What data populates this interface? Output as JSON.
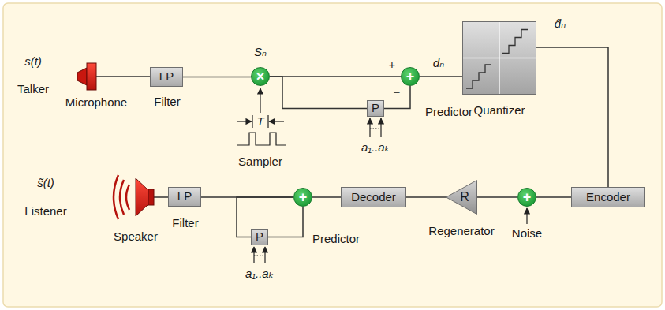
{
  "diagram": {
    "nodes": [
      {
        "text": [
          "LP",
          "Filter"
        ]
      },
      {
        "text": [
          "×"
        ]
      },
      {
        "text": [
          "+"
        ]
      },
      {
        "text": [
          "P",
          "Predictor"
        ]
      },
      {
        "text": [
          "Quantizer"
        ]
      },
      {
        "text": [
          "Encoder"
        ]
      },
      {
        "text": [
          "+"
        ]
      },
      {
        "text": [
          "R",
          "Regenerator"
        ]
      },
      {
        "text": [
          "Decoder"
        ]
      },
      {
        "text": [
          "+"
        ]
      },
      {
        "text": [
          "P",
          "Predictor"
        ]
      },
      {
        "text": [
          "LP",
          "Filter"
        ]
      }
    ],
    "edges": [
      {
        "from": 0,
        "to": 1,
        "arrow": "none"
      },
      {
        "from": 1,
        "to": 2,
        "arrow": "none"
      },
      {
        "from": 1,
        "to": 3,
        "arrow": "none"
      },
      {
        "from": 3,
        "to": 2,
        "arrow": "none"
      },
      {
        "from": 2,
        "to": 4,
        "arrow": "none"
      },
      {
        "from": 4,
        "to": 5,
        "arrow": "none"
      },
      {
        "from": 5,
        "to": 6,
        "arrow": "none"
      },
      {
        "from": 6,
        "to": 7,
        "arrow": "none"
      },
      {
        "from": 7,
        "to": 8,
        "arrow": "none"
      },
      {
        "from": 8,
        "to": 9,
        "arrow": "none"
      },
      {
        "from": 9,
        "to": 11,
        "arrow": "none"
      },
      {
        "from": 9,
        "to": 10,
        "arrow": "none"
      },
      {
        "from": 10,
        "to": 9,
        "arrow": "none"
      }
    ],
    "labels": [
      "s(t)",
      "Talker",
      "Microphone",
      "Sₙ",
      "T",
      "Sampler",
      "a₁..aₖ",
      "+",
      "−",
      "dₙ",
      "d̂ₙ",
      "Noise",
      "a₁..aₖ",
      "s̃(t)",
      "Listener",
      "Speaker"
    ]
  }
}
